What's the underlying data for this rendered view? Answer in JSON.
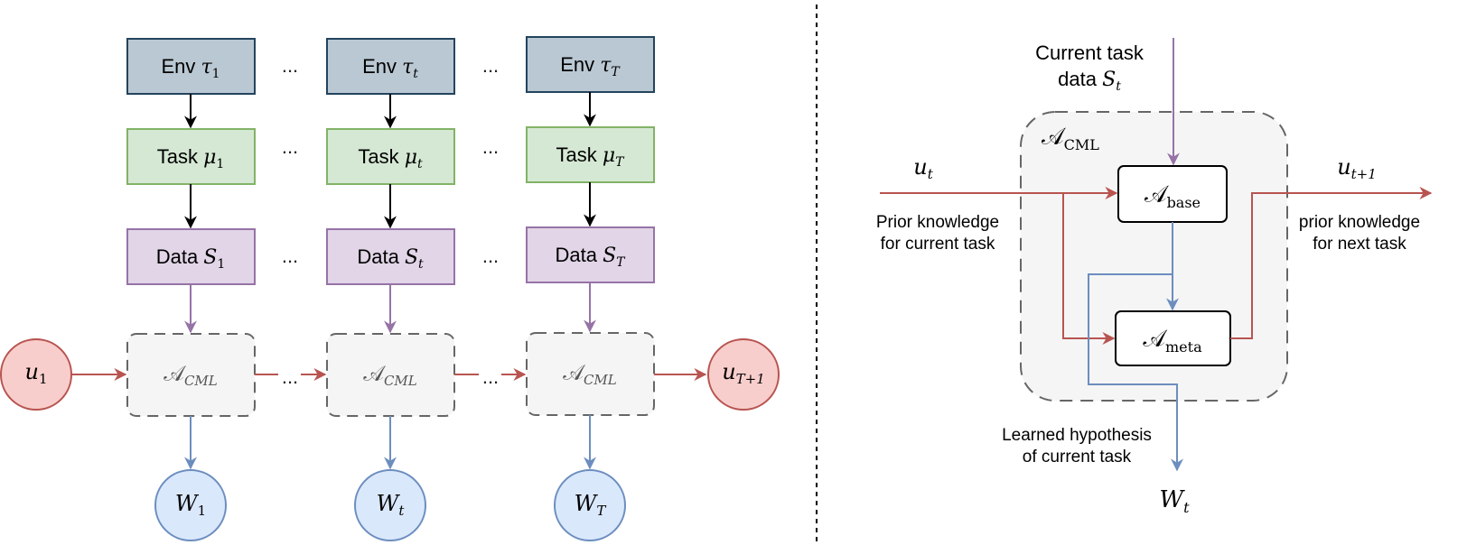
{
  "left_panel": {
    "envs": [
      {
        "label": "Env ",
        "sym": "τ",
        "sub": "1"
      },
      {
        "label": "Env ",
        "sym": "τ",
        "sub": "t"
      },
      {
        "label": "Env ",
        "sym": "τ",
        "sub": "T"
      }
    ],
    "tasks": [
      {
        "label": "Task ",
        "sym": "μ",
        "sub": "1"
      },
      {
        "label": "Task ",
        "sym": "μ",
        "sub": "t"
      },
      {
        "label": "Task ",
        "sym": "μ",
        "sub": "T"
      }
    ],
    "datas": [
      {
        "label": "Data ",
        "sym": "S",
        "sub": "1"
      },
      {
        "label": "Data ",
        "sym": "S",
        "sub": "t"
      },
      {
        "label": "Data ",
        "sym": "S",
        "sub": "T"
      }
    ],
    "algos": [
      {
        "sym": "𝒜",
        "sub": "CML"
      },
      {
        "sym": "𝒜",
        "sub": "CML"
      },
      {
        "sym": "𝒜",
        "sub": "CML"
      }
    ],
    "outputs": [
      {
        "sym": "W",
        "sub": "1"
      },
      {
        "sym": "W",
        "sub": "t"
      },
      {
        "sym": "W",
        "sub": "T"
      }
    ],
    "u_start": {
      "sym": "u",
      "sub": "1"
    },
    "u_end": {
      "sym": "u",
      "sub": "T+1"
    },
    "ellipsis": "..."
  },
  "right_panel": {
    "current_task_line1": "Current task",
    "current_task_line2": "data ",
    "current_task_sym": "S",
    "current_task_sub": "t",
    "container": {
      "sym": "𝒜",
      "sub": "CML"
    },
    "base": {
      "sym": "𝒜",
      "sub": "base"
    },
    "meta": {
      "sym": "𝒜",
      "sub": "meta"
    },
    "u_in": {
      "sym": "u",
      "sub": "t"
    },
    "u_out": {
      "sym": "u",
      "sub": "t+1"
    },
    "prior_current_line1": "Prior knowledge",
    "prior_current_line2": "for current task",
    "prior_next_line1": "prior knowledge",
    "prior_next_line2": "for next task",
    "learned_line1": "Learned hypothesis",
    "learned_line2": "of current task",
    "w_out": {
      "sym": "W",
      "sub": "t"
    }
  },
  "colors": {
    "env_fill": "#bac8d3",
    "env_stroke": "#23445d",
    "task_fill": "#d5e8d4",
    "task_stroke": "#82b366",
    "data_fill": "#e1d5e7",
    "data_stroke": "#9673a6",
    "algo_fill": "#f5f5f5",
    "algo_stroke": "#666666",
    "u_fill": "#f8cecc",
    "u_stroke": "#b85450",
    "w_fill": "#dae8fc",
    "w_stroke": "#6c8ebf",
    "red_arrow": "#b85450",
    "blue_arrow": "#6c8ebf",
    "purple_arrow": "#9673a6"
  }
}
